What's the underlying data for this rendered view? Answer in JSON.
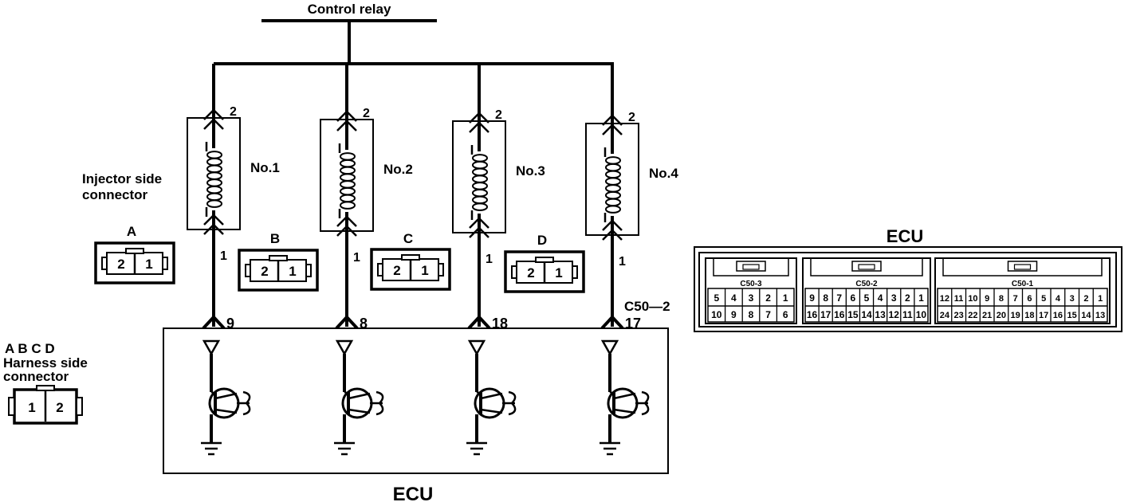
{
  "relay": {
    "label": "Control relay"
  },
  "injector_side_label": [
    "Injector side",
    "connector"
  ],
  "injectors": [
    {
      "name": "No.1",
      "top_pin": "2",
      "bottom_pin": "1",
      "ecu_pin": "9"
    },
    {
      "name": "No.2",
      "top_pin": "2",
      "bottom_pin": "1",
      "ecu_pin": "8"
    },
    {
      "name": "No.3",
      "top_pin": "2",
      "bottom_pin": "1",
      "ecu_pin": "18"
    },
    {
      "name": "No.4",
      "top_pin": "2",
      "bottom_pin": "1",
      "ecu_pin": "17"
    }
  ],
  "injector_connectors": [
    {
      "letter": "A",
      "pins": [
        "2",
        "1"
      ]
    },
    {
      "letter": "B",
      "pins": [
        "2",
        "1"
      ]
    },
    {
      "letter": "C",
      "pins": [
        "2",
        "1"
      ]
    },
    {
      "letter": "D",
      "pins": [
        "2",
        "1"
      ]
    }
  ],
  "harness_side": {
    "letters": "A B C D",
    "lines": [
      "Harness side",
      "connector"
    ],
    "pins": [
      "1",
      "2"
    ]
  },
  "connector_code": "C50—2",
  "ecu_label": "ECU",
  "ecu_connector": {
    "title": "ECU",
    "blocks": [
      {
        "name": "C50-3",
        "row1": [
          "5",
          "4",
          "3",
          "2",
          "1"
        ],
        "row2": [
          "10",
          "9",
          "8",
          "7",
          "6"
        ]
      },
      {
        "name": "C50-2",
        "row1": [
          "9",
          "8",
          "7",
          "6",
          "5",
          "4",
          "3",
          "2",
          "1"
        ],
        "row2": [
          "16",
          "17",
          "16",
          "15",
          "14",
          "13",
          "12",
          "11",
          "10"
        ]
      },
      {
        "name": "C50-1",
        "row1": [
          "12",
          "11",
          "10",
          "9",
          "8",
          "7",
          "6",
          "5",
          "4",
          "3",
          "2",
          "1"
        ],
        "row2": [
          "24",
          "23",
          "22",
          "21",
          "20",
          "19",
          "18",
          "17",
          "16",
          "15",
          "14",
          "13"
        ]
      }
    ]
  }
}
